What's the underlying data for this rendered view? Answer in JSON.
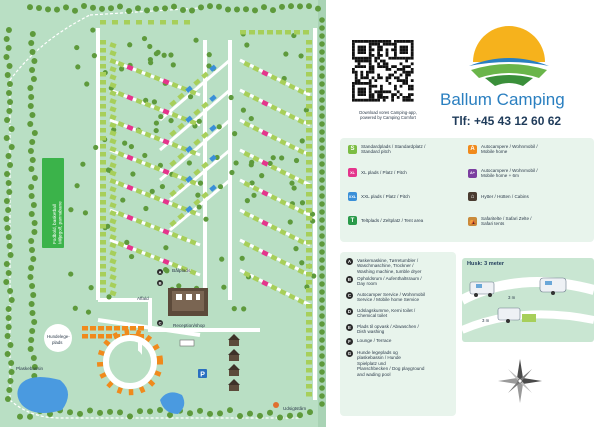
{
  "brand": {
    "name": "Ballum Camping",
    "phone": "Tlf: +45 43 12 60 62",
    "download_note": "Download vores Camping-app,\npowered by Camping Comfort"
  },
  "legend": {
    "pitches": [
      {
        "badge": "S",
        "color": "#7bbd43",
        "label": "Standardplads / Standardplatz /\nStandard pitch"
      },
      {
        "badge": "XL",
        "color": "#e4358c",
        "label": "XL plads / Platz / Pitch"
      },
      {
        "badge": "XXL",
        "color": "#3a8fd8",
        "label": "XXL plads / Platz / Pitch"
      },
      {
        "badge": "T",
        "color": "#2a9a4a",
        "label": "Teltplads / Zeltplatz / Tent area"
      },
      {
        "badge": "A",
        "color": "#f08a1c",
        "label": "Autocampere / Wohnmobil /\nMobile home"
      },
      {
        "badge": "A+",
        "color": "#7b3fa0",
        "label": "Autocampere / Wohnmobil /\nMobile home + 6m"
      },
      {
        "badge": "⌂",
        "color": "#4a3b30",
        "label": "Hytter / Hütten / Cabins"
      },
      {
        "badge": "⛺",
        "color": "#c98a3a",
        "label": "Safaritelte / Safari Zelte /\nSafari tents"
      }
    ],
    "services": [
      {
        "badge": "A",
        "label": "Vaskemaskine, Tørretumbler /\nWaschmaschine, Trockner /\nWashing machine, tumble dryer"
      },
      {
        "badge": "B",
        "label": "Opholdsrum / Aufenthaltsraum /\nDay room"
      },
      {
        "badge": "C",
        "label": "Autocamper Service / Wohnmobil\nService / Mobile home Service"
      },
      {
        "badge": "D",
        "label": "Udslagskumme, Kemi toilet /\nChemical toilet"
      },
      {
        "badge": "E",
        "label": "Plads til opvask / Abwaschen /\nDish washing"
      },
      {
        "badge": "F",
        "label": "Lounge / Terrace"
      },
      {
        "badge": "G",
        "label": "Hunde legeplads og\nplaskebassin / Hunde\nSpielplatz und\nPlanschbecken / Dog playground\nand wading pool"
      }
    ]
  },
  "notes": {
    "husk": "Husk: 3 meter",
    "dist1": "3 m",
    "dist2": "3 m"
  },
  "map_labels": {
    "sports": "Fodbold, basketball\nMiljøgolf, pannabane",
    "afflald": "Affald",
    "balplads": "Bålplads",
    "reception": "Reception/shop",
    "hundeleg": "Hundelege-\nplads",
    "plaskebassin": "Plaskebassin",
    "udsigt": "Udsigtstårn",
    "parking": "P"
  },
  "colors": {
    "grass": "#b9dfc4",
    "road": "#ffffff",
    "tree": "#5e9a3c",
    "pitch_green": "#a7cf5a",
    "pitch_pink": "#e4358c",
    "pitch_blue": "#3a8fd8",
    "pitch_orange": "#f08a1c",
    "water": "#4a9ae0",
    "brand_blue": "#2a7fc0"
  },
  "map_icons": [
    "tree-icon",
    "parking-icon",
    "cabin-icon",
    "tent-icon",
    "compass-icon",
    "qr-code-icon",
    "sun-logo-icon",
    "motorhome-icon",
    "toilet-icon"
  ]
}
